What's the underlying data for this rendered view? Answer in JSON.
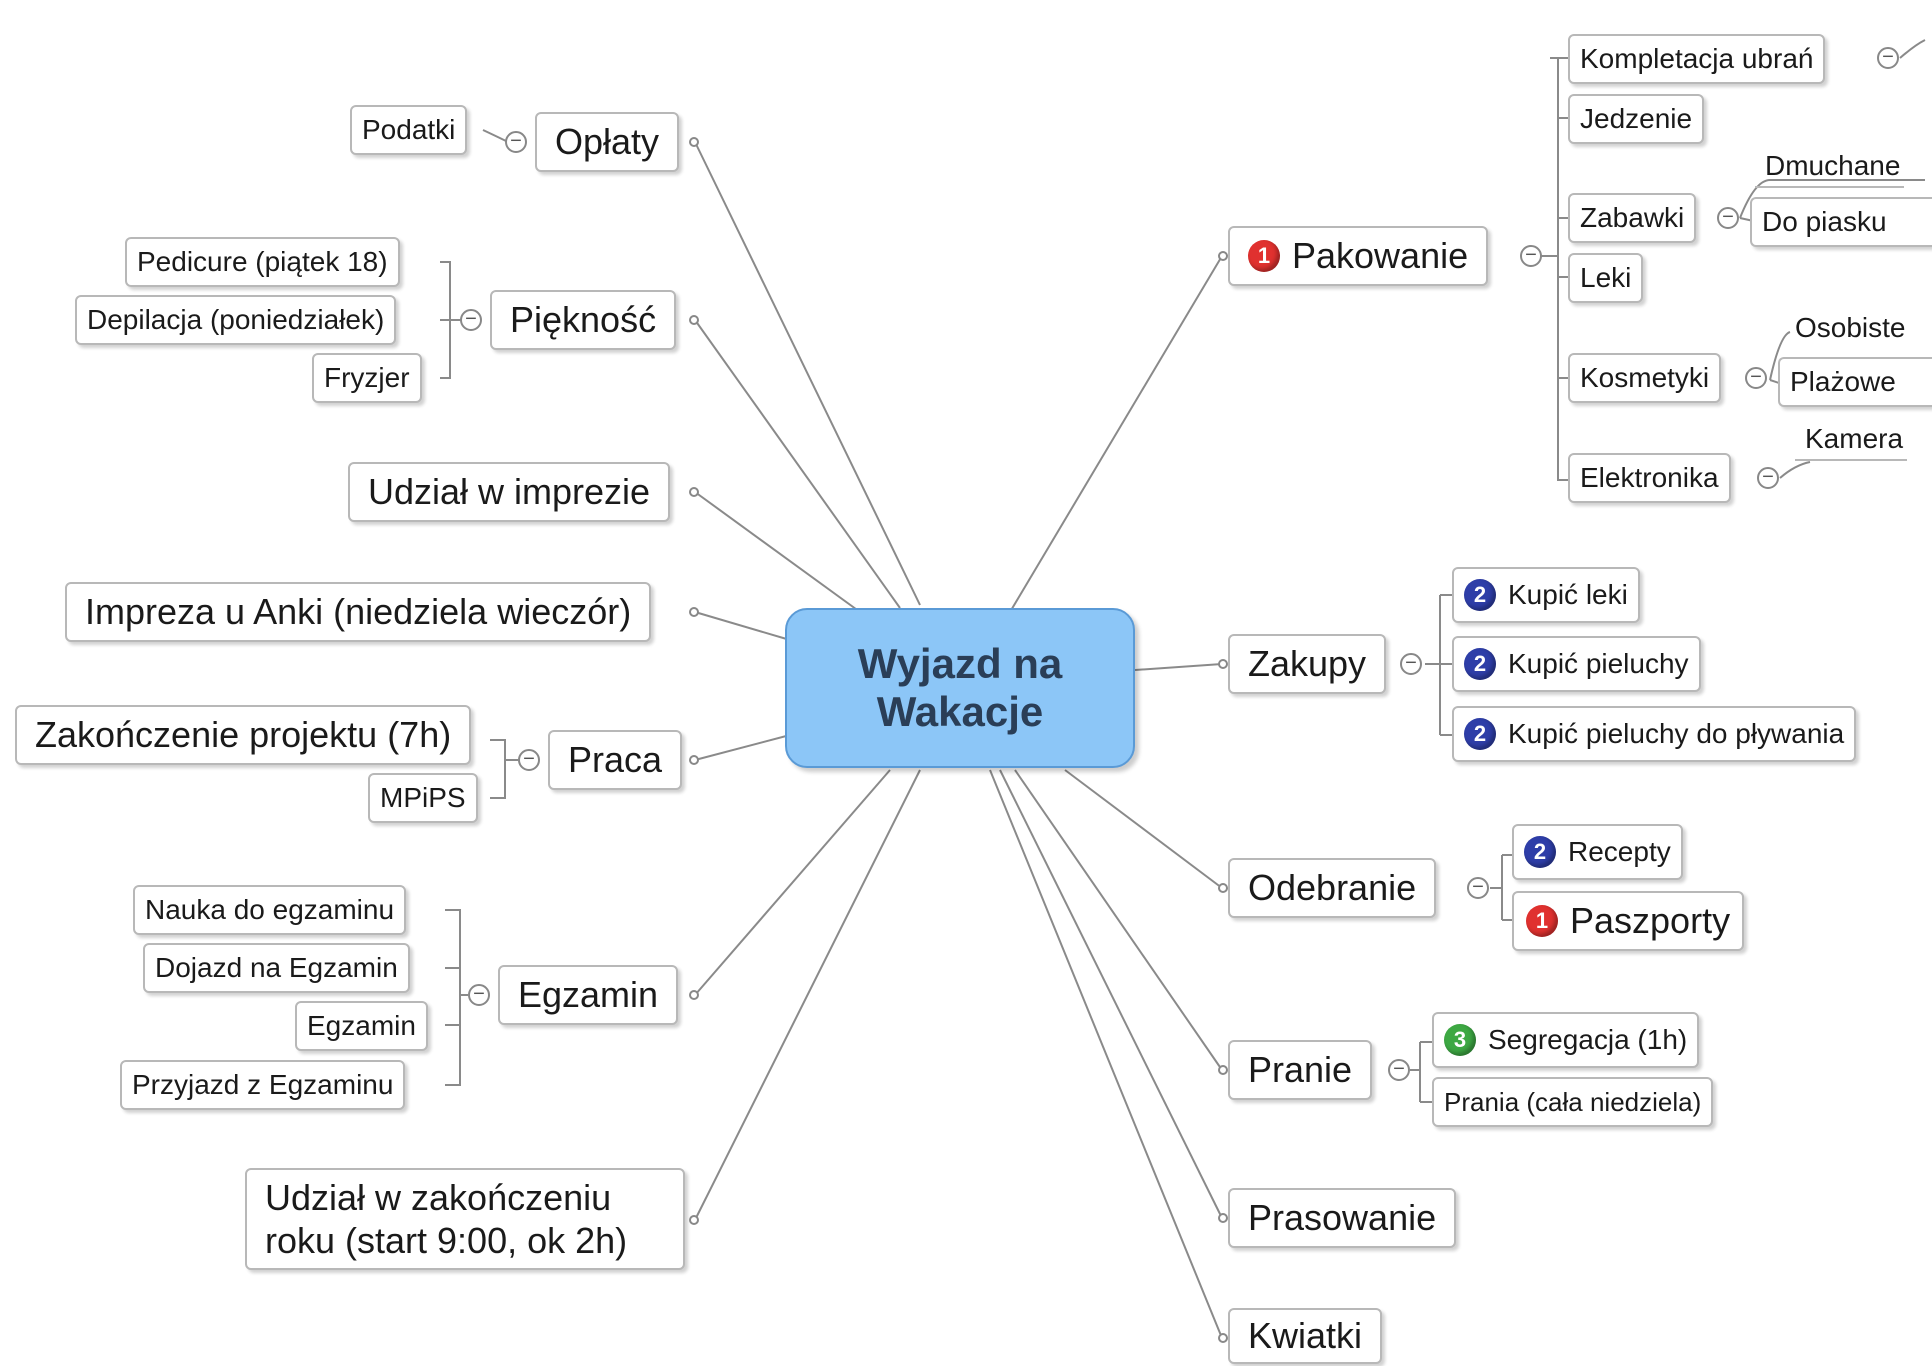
{
  "central": {
    "label": "Wyjazd na Wakacje"
  },
  "left": {
    "oplaty": {
      "label": "Opłaty",
      "children": [
        "Podatki"
      ]
    },
    "pieknosc": {
      "label": "Piękność",
      "children": [
        "Pedicure (piątek 18)",
        "Depilacja (poniedziałek)",
        "Fryzjer"
      ]
    },
    "impreza_udzial": {
      "label": "Udział w imprezie"
    },
    "impreza_anki": {
      "label": "Impreza u Anki (niedziela wieczór)"
    },
    "praca": {
      "label": "Praca",
      "children": [
        "Zakończenie projektu (7h)",
        "MPiPS"
      ]
    },
    "egzamin": {
      "label": "Egzamin",
      "children": [
        "Nauka do egzaminu",
        "Dojazd na Egzamin",
        "Egzamin",
        "Przyjazd z Egzaminu"
      ]
    },
    "zakonczenie": {
      "label": "Udział w zakończeniu roku (start 9:00, ok 2h)"
    }
  },
  "right": {
    "pakowanie": {
      "label": "Pakowanie",
      "priority": "1",
      "children": {
        "kompletacja": "Kompletacja ubrań",
        "jedzenie": "Jedzenie",
        "zabawki": {
          "label": "Zabawki",
          "children": [
            "Dmuchane",
            "Do piasku"
          ]
        },
        "leki": "Leki",
        "kosmetyki": {
          "label": "Kosmetyki",
          "children": [
            "Osobiste",
            "Plażowe"
          ]
        },
        "elektronika": {
          "label": "Elektronika",
          "children": [
            "Kamera"
          ]
        }
      }
    },
    "zakupy": {
      "label": "Zakupy",
      "children": [
        {
          "label": "Kupić leki",
          "priority": "2"
        },
        {
          "label": "Kupić pieluchy",
          "priority": "2"
        },
        {
          "label": "Kupić pieluchy do pływania",
          "priority": "2"
        }
      ]
    },
    "odebranie": {
      "label": "Odebranie",
      "children": [
        {
          "label": "Recepty",
          "priority": "2"
        },
        {
          "label": "Paszporty",
          "priority": "1"
        }
      ]
    },
    "pranie": {
      "label": "Pranie",
      "children": [
        {
          "label": "Segregacja (1h)",
          "priority": "3"
        },
        {
          "label": "Prania (cała niedziela)"
        }
      ]
    },
    "prasowanie": {
      "label": "Prasowanie"
    },
    "kwiatki": {
      "label": "Kwiatki"
    }
  },
  "ui": {
    "collapse_symbol": "−"
  },
  "colors": {
    "central_fill": "#8cc6f7",
    "prio1": "#e0312f",
    "prio2": "#2e3ea8",
    "prio3": "#3da843"
  }
}
